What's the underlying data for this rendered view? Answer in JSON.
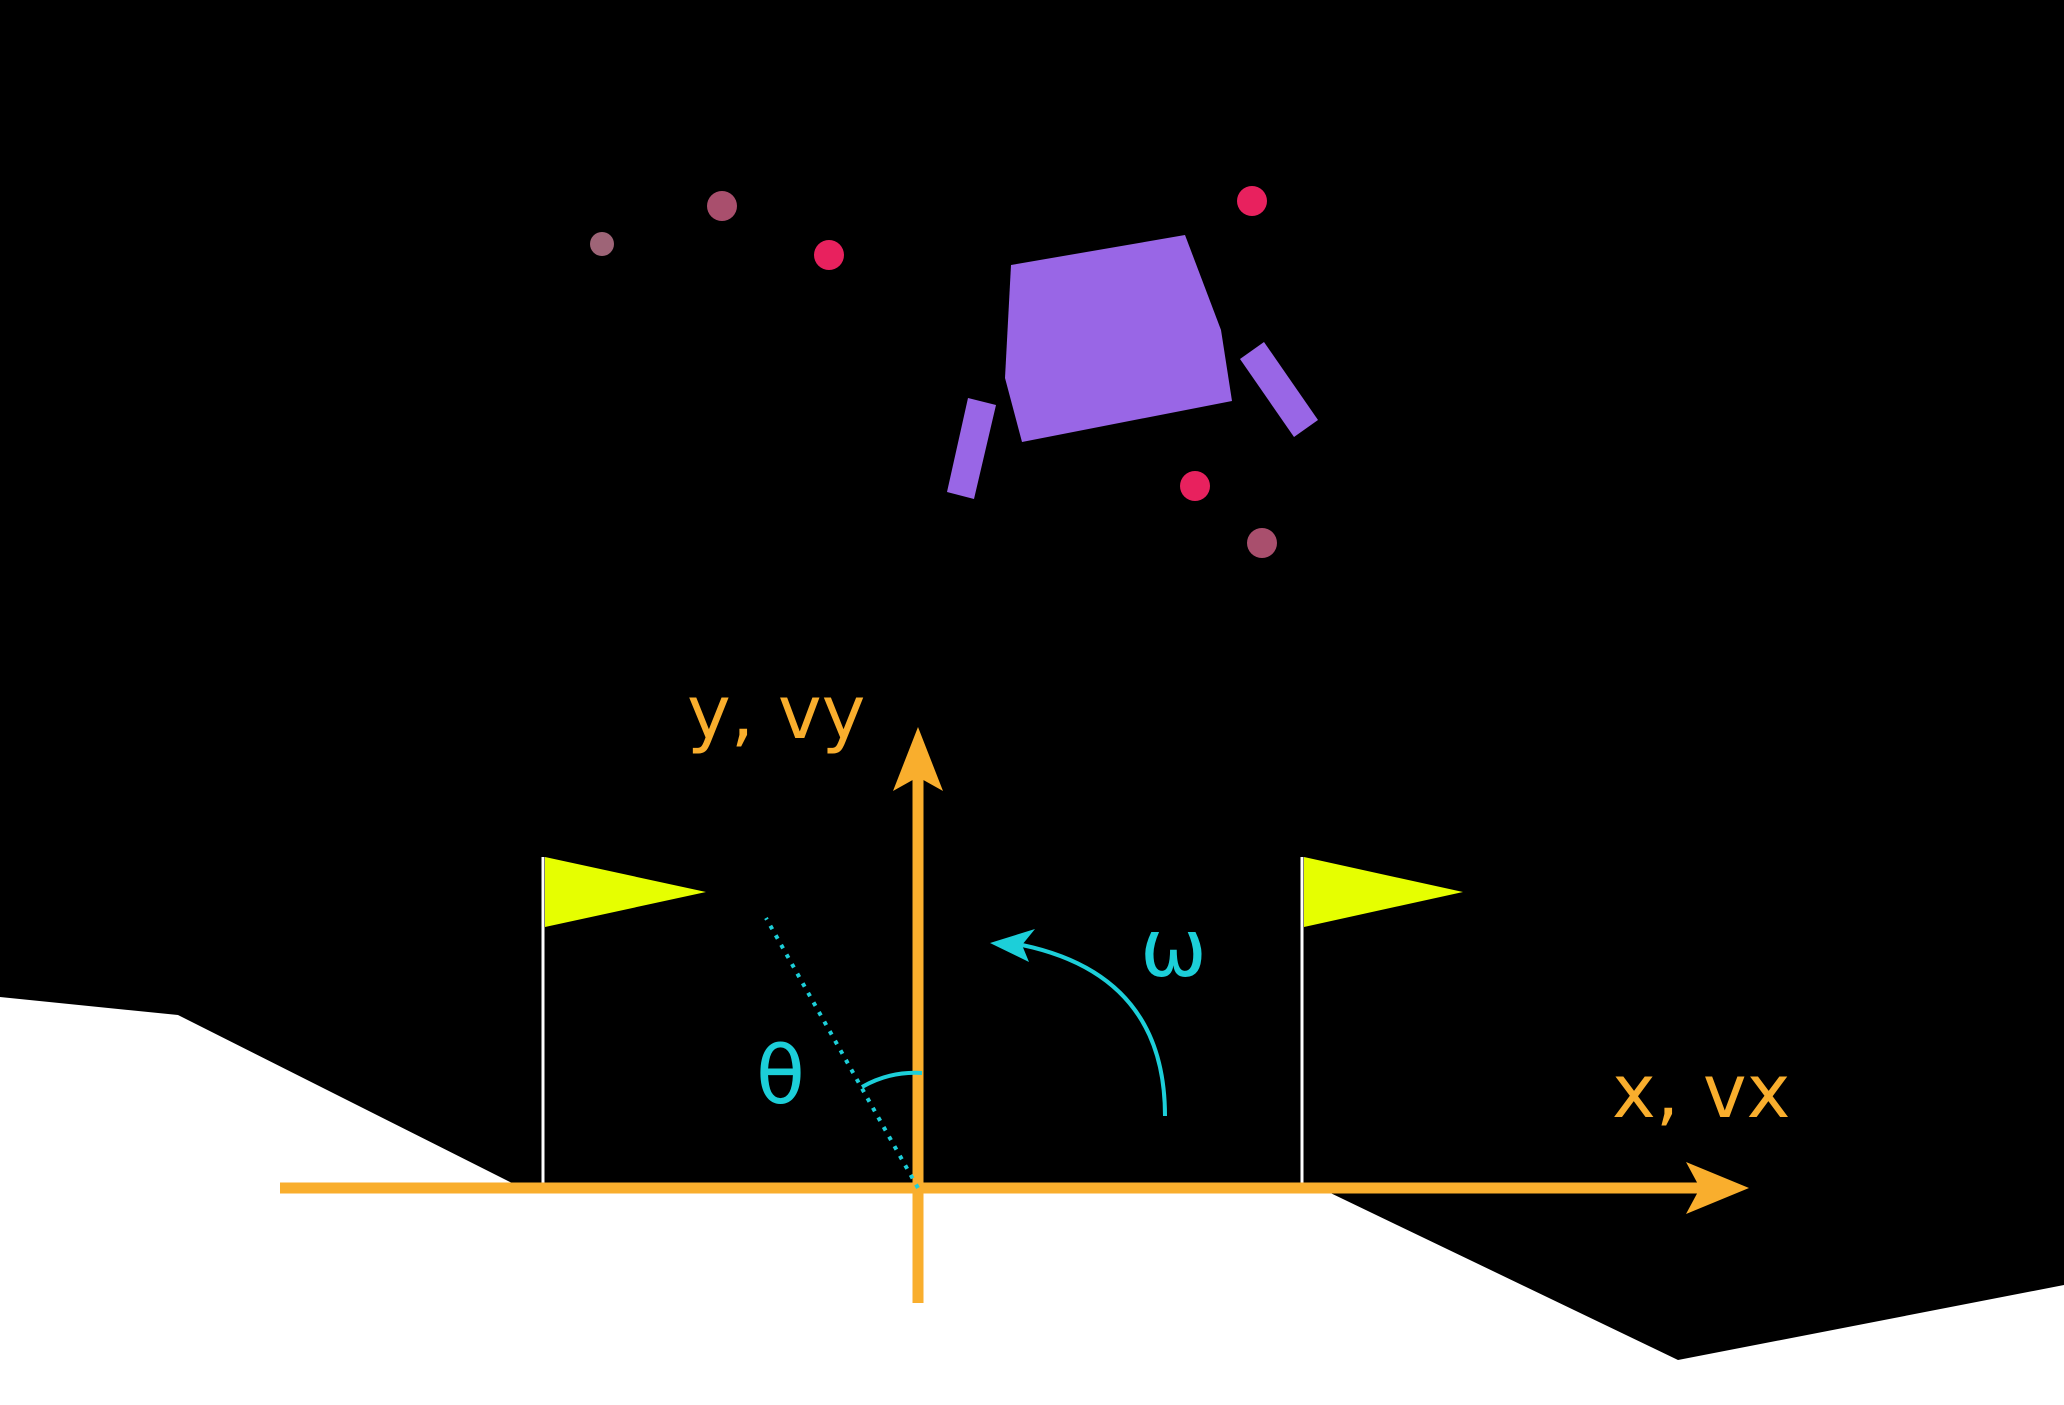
{
  "colors": {
    "background": "#000000",
    "terrain": "#ffffff",
    "lander": "#9966e6",
    "flag_pole": "#ffffff",
    "flag": "#e6ff00",
    "axis": "#f9ae2d",
    "angle": "#1ccfd9",
    "particle_bright": "#e8215e",
    "particle_mid": "#a94f6d",
    "particle_dim": "#9e6477"
  },
  "labels": {
    "y_axis": "y, vy",
    "x_axis": "x, vx",
    "angular_velocity": "ω",
    "angle": "θ"
  },
  "icons": {
    "lander": "lunar-lander-body",
    "legs": "lander-leg",
    "flags": "landing-pad-flag",
    "particles": "engine-exhaust-particle"
  }
}
